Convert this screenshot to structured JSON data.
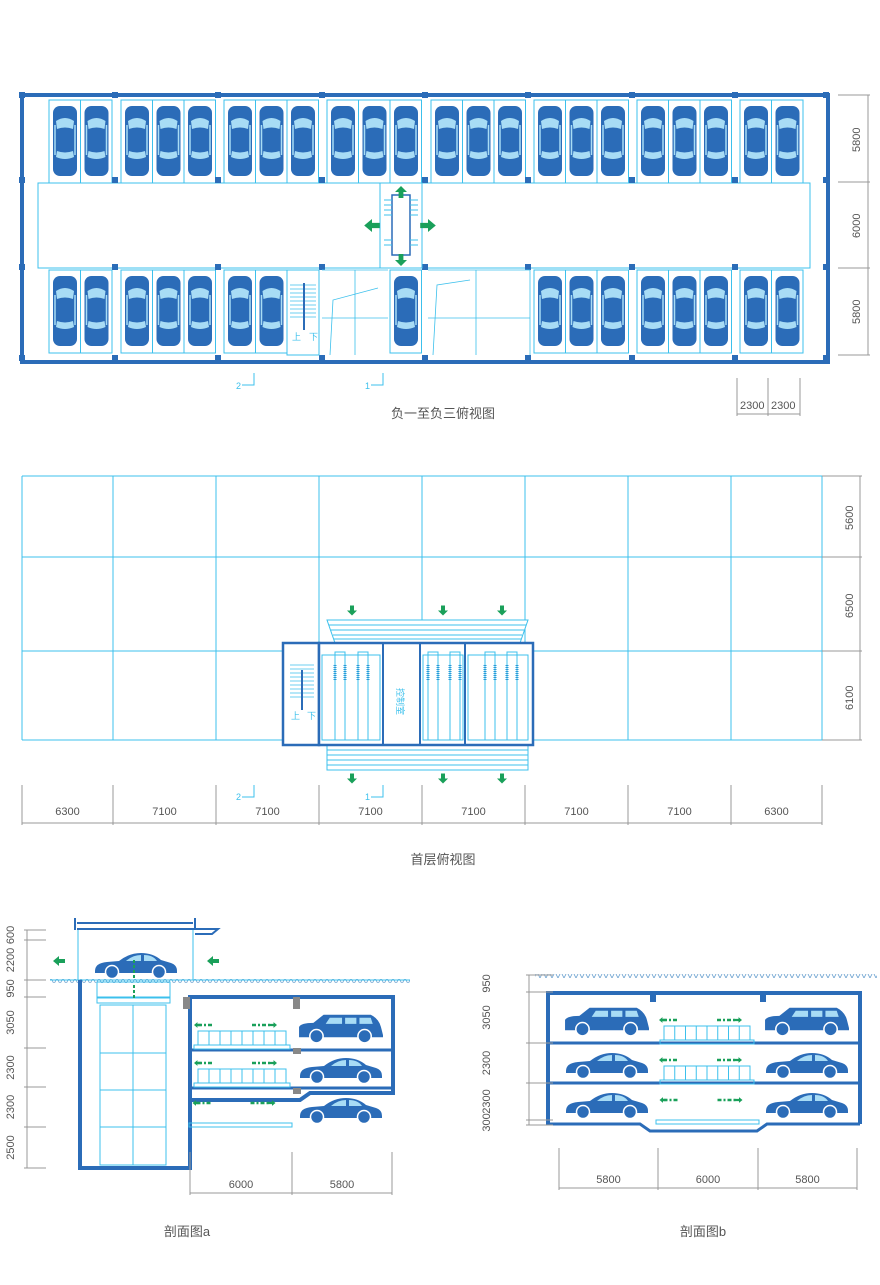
{
  "colors": {
    "dark_blue": "#2b6cb8",
    "light_blue": "#3cc0ec",
    "glass": "#a8dcf5",
    "arrow_green": "#1aa05a",
    "dim_gray": "#888888"
  },
  "plan_basement": {
    "caption": "负一至负三俯视图",
    "right_dims": [
      "5800",
      "6000",
      "5800"
    ],
    "bottom_dims": [
      "2300",
      "2300"
    ],
    "stair_labels": {
      "up": "上",
      "down": "下"
    },
    "section_markers": [
      "2",
      "1"
    ]
  },
  "plan_ground": {
    "caption": "首层俯视图",
    "right_dims": [
      "5600",
      "6500",
      "6100"
    ],
    "bottom_dims": [
      "6300",
      "7100",
      "7100",
      "7100",
      "7100",
      "7100",
      "7100",
      "6300"
    ],
    "control_room": "控制室",
    "stair_labels": {
      "up": "上",
      "down": "下"
    },
    "section_markers": [
      "2",
      "1"
    ]
  },
  "section_a": {
    "caption": "剖面图a",
    "left_dims": [
      "600",
      "2200",
      "950",
      "3050",
      "2300",
      "2300",
      "2500"
    ],
    "bottom_dims": [
      "6000",
      "5800"
    ]
  },
  "section_b": {
    "caption": "剖面图b",
    "left_dims": [
      "950",
      "3050",
      "2300",
      "2300",
      "300"
    ],
    "bottom_dims": [
      "5800",
      "6000",
      "5800"
    ]
  }
}
